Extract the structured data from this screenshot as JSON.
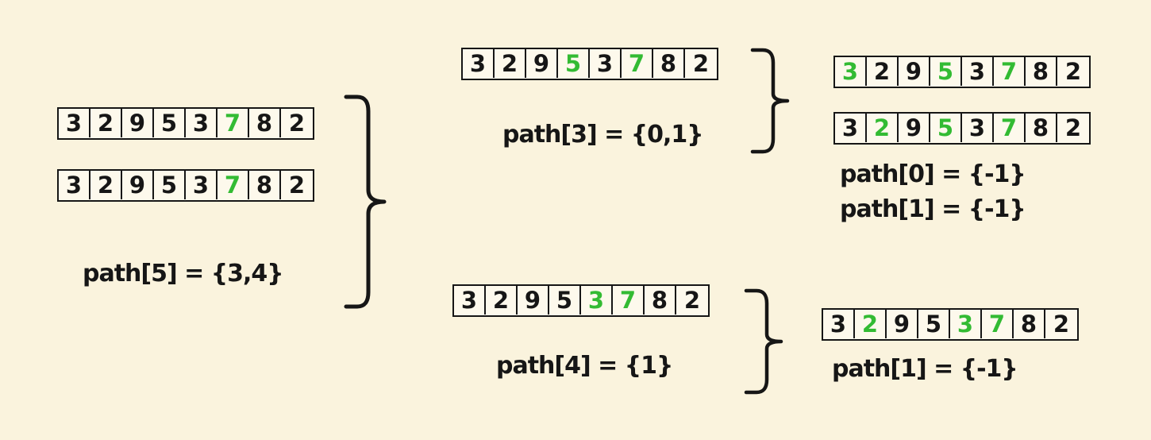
{
  "colors": {
    "background": "#faf3dd",
    "cell_background": "#fdf9ec",
    "text": "#161616",
    "highlight_green": "#33bb33"
  },
  "array_values": [
    "3",
    "2",
    "9",
    "5",
    "3",
    "7",
    "8",
    "2"
  ],
  "groups": {
    "left": {
      "arrays": [
        {
          "green_indices": [
            5
          ]
        },
        {
          "green_indices": [
            5
          ]
        }
      ],
      "label": "path[5] = {3,4}"
    },
    "top_middle": {
      "arrays": [
        {
          "green_indices": [
            3,
            5
          ]
        }
      ],
      "label": "path[3] = {0,1}"
    },
    "top_right": {
      "arrays": [
        {
          "green_indices": [
            0,
            3,
            5
          ]
        },
        {
          "green_indices": [
            1,
            3,
            5
          ]
        }
      ],
      "labels": [
        "path[0] = {-1}",
        "path[1] = {-1}"
      ]
    },
    "bottom_middle": {
      "arrays": [
        {
          "green_indices": [
            4,
            5
          ]
        }
      ],
      "label": "path[4] = {1}"
    },
    "bottom_right": {
      "arrays": [
        {
          "green_indices": [
            1,
            4,
            5
          ]
        }
      ],
      "label": "path[1] = {-1}"
    }
  }
}
